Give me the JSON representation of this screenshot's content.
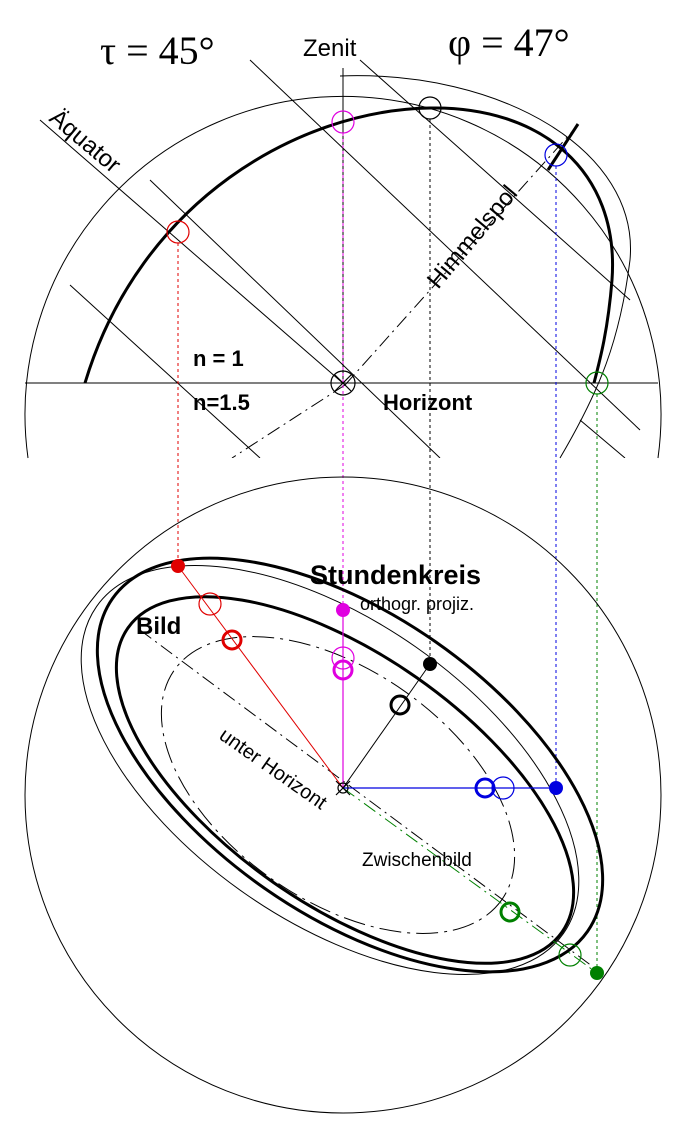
{
  "labels": {
    "tau": "τ = 45°",
    "phi": "φ = 47°",
    "zenit": "Zenit",
    "aequator": "Äquator",
    "himmelspol": "Himmelspol",
    "n1": "n = 1",
    "n15": "n=1.5",
    "horizont": "Horizont",
    "stundenkreis": "Stundenkreis",
    "orthogr": "orthogr. projiz.",
    "bild": "Bild",
    "unter_horizont": "unter Horizont",
    "zwischenbild": "Zwischenbild"
  },
  "colors": {
    "red": "#e00000",
    "magenta": "#e000e0",
    "blue": "#0000e0",
    "green": "#008000",
    "black": "#000000"
  }
}
